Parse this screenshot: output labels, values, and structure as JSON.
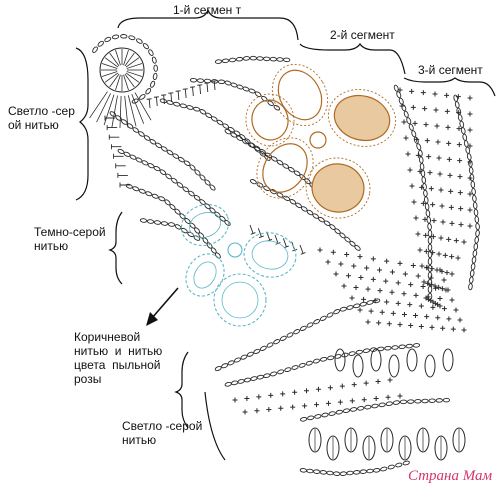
{
  "diagram": {
    "segment_labels": [
      "1-й сегмен т",
      "2-й сегмент",
      "3-й сегмент"
    ],
    "side_labels": [
      "Светло -сер\nой нитью",
      "Темно-серой\nнитью",
      "Коричневой\nнитью  и  нитью\nцвета  пыльной\nрозы",
      "Светло -серой\nнитью"
    ],
    "colors": {
      "ink": "#2a2a2a",
      "brown": "#b06a22",
      "brown_fill": "#e8c9a0",
      "blue": "#5bb8c8",
      "watermark": "#d6336c"
    }
  },
  "watermark": {
    "text": "Страна Мам"
  }
}
